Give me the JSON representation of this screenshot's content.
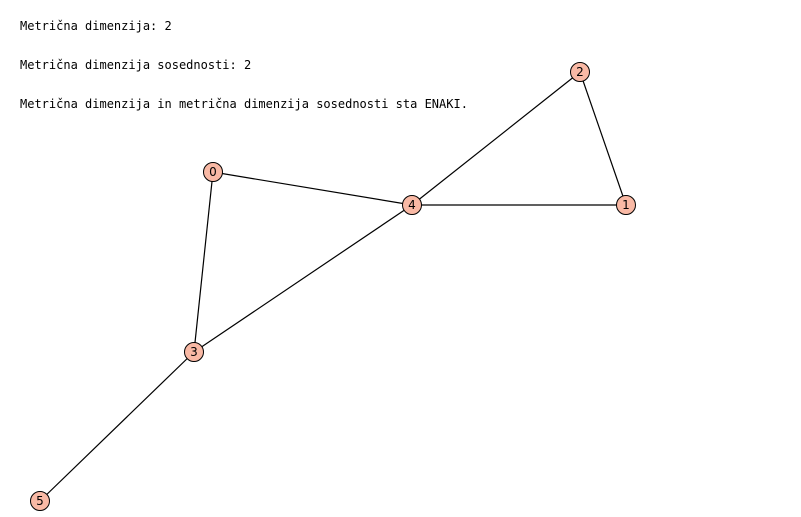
{
  "output_lines": [
    "Metrična dimenzija: 2",
    "Metrična dimenzija sosednosti: 2",
    "Metrična dimenzija in metrična dimenzija sosednosti sta ENAKI."
  ],
  "graph": {
    "node_color": "#f9b9a5",
    "edge_color": "#000000",
    "nodes": [
      {
        "id": "0",
        "label": "0"
      },
      {
        "id": "1",
        "label": "1"
      },
      {
        "id": "2",
        "label": "2"
      },
      {
        "id": "3",
        "label": "3"
      },
      {
        "id": "4",
        "label": "4"
      },
      {
        "id": "5",
        "label": "5"
      }
    ],
    "edges": [
      [
        "0",
        "4"
      ],
      [
        "0",
        "3"
      ],
      [
        "4",
        "2"
      ],
      [
        "4",
        "1"
      ],
      [
        "2",
        "1"
      ],
      [
        "4",
        "3"
      ],
      [
        "3",
        "5"
      ]
    ]
  }
}
